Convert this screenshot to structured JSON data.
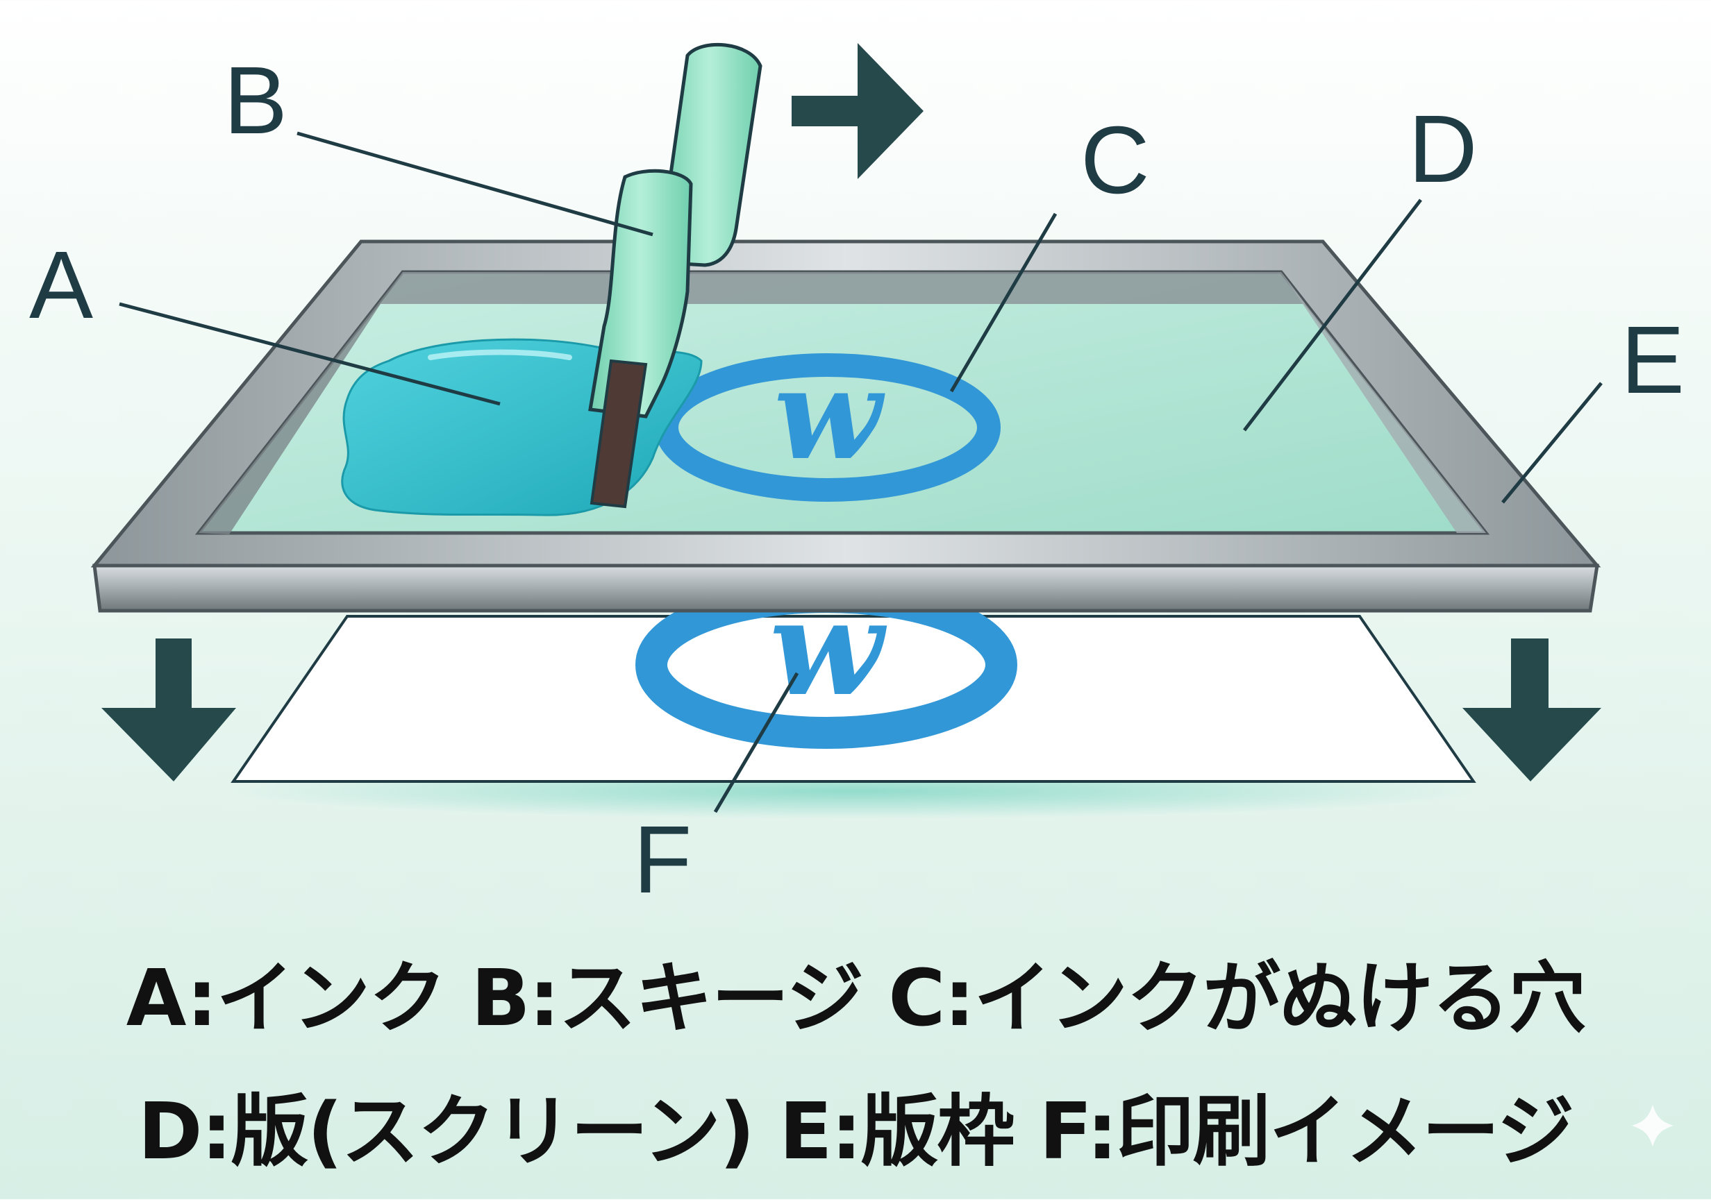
{
  "diagram": {
    "labels": {
      "a": "A",
      "b": "B",
      "c": "C",
      "d": "D",
      "e": "E",
      "f": "F"
    },
    "logo_text": "w",
    "colors": {
      "ink": "#38c4d2",
      "ink_dark": "#24a9b8",
      "screen_mesh": "#c6ece0",
      "frame_metal": "#9aa3a8",
      "frame_dark": "#5e676c",
      "stencil_blue": "#3197d6",
      "squeegee": "#8fe0c2",
      "arrow": "#264a4c",
      "text": "#111111"
    },
    "icons": {
      "motion_arrow_right": "arrow-right-icon",
      "motion_arrow_down": "arrow-down-icon",
      "sparkle": "sparkle-icon"
    }
  },
  "caption": {
    "line1": "A:インク B:スキージ C:インクがぬける穴",
    "line2": "D:版(スクリーン) E:版枠 F:印刷イメージ"
  }
}
